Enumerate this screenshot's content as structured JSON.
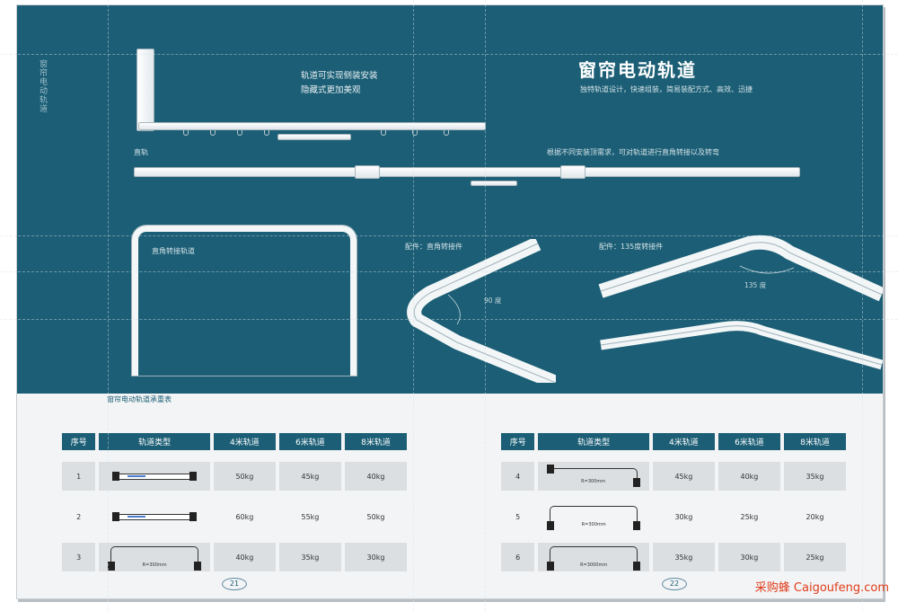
{
  "page": {
    "vertical_side_text": "窗帘电动轨道",
    "main_title": "窗帘电动轨道",
    "subtitle": "独特轨道设计，快速组装，简易装配方式、高效、迅捷",
    "hidden_install_line1": "轨道可实现侧装安装",
    "hidden_install_line2": "隐藏式更加美观",
    "straight_rail_label": "直轨",
    "bend_note": "根据不同安装顶需求，可对轨道进行直角转接以及转弯",
    "u_rail_label": "直角转接轨道",
    "accessory_90_label": "配件：直角转接件",
    "angle_90": "90 度",
    "accessory_135_label": "配件：135度转接件",
    "angle_135": "135 度",
    "table_title": "窗帘电动轨道承重表"
  },
  "left_table": {
    "headers": [
      "序号",
      "轨道类型",
      "4米轨道",
      "6米轨道",
      "8米轨道"
    ],
    "rows": [
      {
        "no": "1",
        "shape": "straight",
        "label": "",
        "c4": "50kg",
        "c6": "45kg",
        "c8": "40kg"
      },
      {
        "no": "2",
        "shape": "straight",
        "label": "",
        "c4": "60kg",
        "c6": "55kg",
        "c8": "50kg"
      },
      {
        "no": "3",
        "shape": "u",
        "label": "R=300mm",
        "c4": "40kg",
        "c6": "35kg",
        "c8": "30kg"
      }
    ],
    "page_number": "21"
  },
  "right_table": {
    "headers": [
      "序号",
      "轨道类型",
      "4米轨道",
      "6米轨道",
      "8米轨道"
    ],
    "rows": [
      {
        "no": "4",
        "shape": "l",
        "label": "R=300mm",
        "c4": "45kg",
        "c6": "40kg",
        "c8": "35kg"
      },
      {
        "no": "5",
        "shape": "u",
        "label": "R=300mm",
        "c4": "30kg",
        "c6": "25kg",
        "c8": "20kg"
      },
      {
        "no": "6",
        "shape": "u",
        "label": "R=3000mm",
        "c4": "35kg",
        "c6": "30kg",
        "c8": "25kg"
      }
    ],
    "page_number": "22"
  },
  "watermark": "采购蜂 Caigoufeng.com",
  "colors": {
    "teal": "#1b5e75",
    "watermark": "#e03c1a"
  }
}
